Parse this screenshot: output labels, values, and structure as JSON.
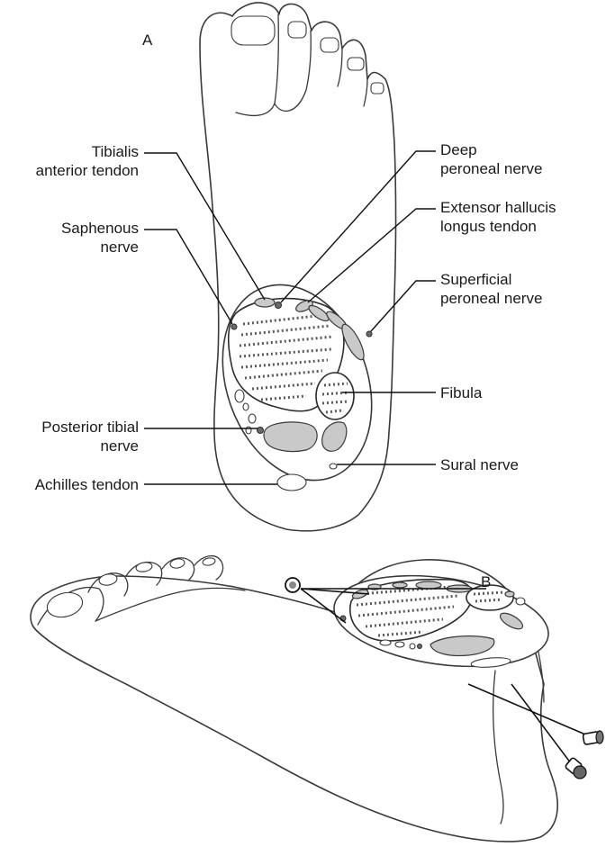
{
  "panels": {
    "a": "A",
    "b": "B"
  },
  "labels": {
    "tibialis_line1": "Tibialis",
    "tibialis_line2": "anterior tendon",
    "saphenous_line1": "Saphenous",
    "saphenous_line2": "nerve",
    "posterior_line1": "Posterior tibial",
    "posterior_line2": "nerve",
    "achilles": "Achilles tendon",
    "deep_line1": "Deep",
    "deep_line2": "peroneal nerve",
    "ehl_line1": "Extensor hallucis",
    "ehl_line2": "longus tendon",
    "superficial_line1": "Superficial",
    "superficial_line2": "peroneal nerve",
    "fibula": "Fibula",
    "sural": "Sural nerve"
  },
  "colors": {
    "outline": "#3a3a3a",
    "tendon_fill": "#c9c9c9",
    "nerve_fill": "#6a6a6a",
    "bone_texture": "#5a5a5a"
  }
}
